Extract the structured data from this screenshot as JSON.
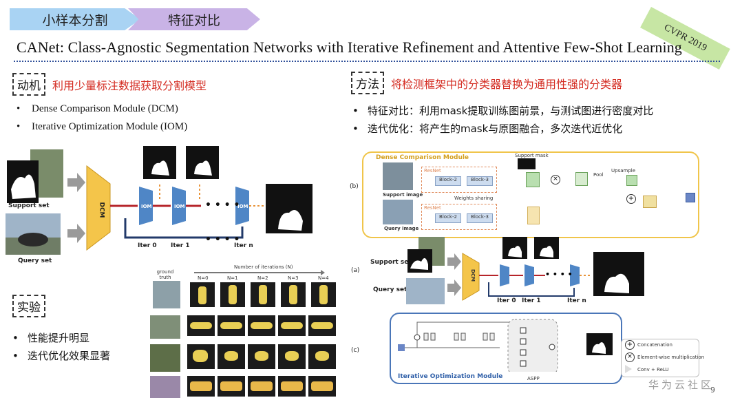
{
  "breadcrumb": [
    "小样本分割",
    "特征对比"
  ],
  "badge": "CVPR 2019",
  "title": "CANet: Class-Agnostic Segmentation Networks with Iterative Refinement and Attentive Few-Shot Learning",
  "motivation": {
    "label": "动机",
    "text": "利用少量标注数据获取分割模型"
  },
  "method": {
    "label": "方法",
    "text": "将检测框架中的分类器替换为通用性强的分类器"
  },
  "left_bullets": [
    "Dense Comparison Module (DCM)",
    "Iterative Optimization Module (IOM)"
  ],
  "right_bullets": [
    "特征对比：利用mask提取训练图前景，与测试图进行密度对比",
    "迭代优化：将产生的mask与原图融合，多次迭代近优化"
  ],
  "experiment": {
    "label": "实验",
    "bullets": [
      "性能提升明显",
      "迭代优化效果显著"
    ]
  },
  "left_diagram": {
    "support_set": "Support set",
    "query_set": "Query set",
    "dcm": "DCM",
    "iom": "IOM",
    "iters": [
      "Iter 0",
      "Iter 1",
      "Iter n"
    ],
    "dots": "• • • •"
  },
  "results_grid": {
    "header": "Number of iterations (N)",
    "gt_label": "ground truth",
    "cols": [
      "N=0",
      "N=1",
      "N=2",
      "N=3",
      "N=4"
    ]
  },
  "right_diagram": {
    "panel_b": "(b)",
    "panel_a": "(a)",
    "panel_c": "(c)",
    "dcm_title": "Dense Comparison Module",
    "resnet": "ResNet",
    "block2": "Block-2",
    "block3": "Block-3",
    "support_image": "Support image",
    "query_image": "Query image",
    "support_mask": "Support mask",
    "weights_sharing": "Weights sharing",
    "pool": "Pool",
    "upsample": "Upsample",
    "support_set": "Support set",
    "query_set": "Query set",
    "dcm": "DCM",
    "iters": [
      "Iter 0",
      "Iter 1",
      "Iter n"
    ],
    "iom_title": "Iterative Optimization Module",
    "aspp": "ASPP",
    "legend": [
      "Concatenation",
      "Element-wise multiplication",
      "Conv + ReLU"
    ]
  },
  "watermark": "华为云社区",
  "page_number": "9"
}
